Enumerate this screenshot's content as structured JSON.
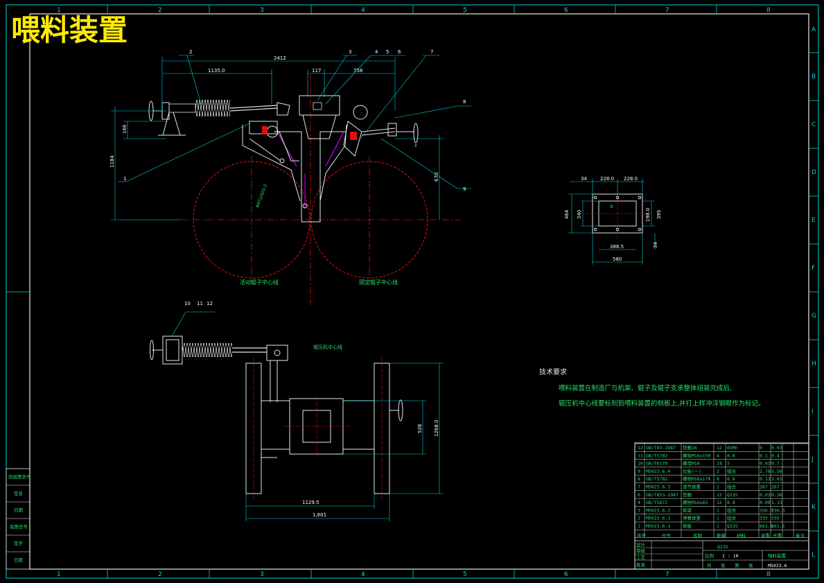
{
  "title": "喂料装置",
  "grid": {
    "columns": [
      "1",
      "2",
      "3",
      "4",
      "5",
      "6",
      "7",
      "8"
    ],
    "rows": [
      "A",
      "B",
      "C",
      "D",
      "E",
      "F",
      "G",
      "H",
      "I",
      "J",
      "K",
      "L"
    ]
  },
  "balloons": [
    "1",
    "2",
    "3",
    "4",
    "5",
    "6",
    "7",
    "8",
    "9",
    "10",
    "11",
    "12"
  ],
  "dims": {
    "top_total": "2412",
    "left_span": "1135.0",
    "c117": "117",
    "c758": "758",
    "h166": "166",
    "h1184": "1184",
    "h670": "670",
    "roller_dia": "Φ972/920.0",
    "v_228a": "228.0",
    "v_228b": "228.0",
    "v_34a": "34",
    "v_464": "464",
    "v_340": "340",
    "v_198": "198.0",
    "v_395": "395",
    "v_388": "388.5",
    "v_580": "580",
    "v_34b": "34",
    "p_1129": "1129.5",
    "p_1601": "1,601",
    "p_528": "528",
    "p_1268": "1268.0"
  },
  "labels": {
    "roller_left": "活动辊子中心线",
    "roller_right": "固定辊子中心线",
    "press_center": "辊压机中心线",
    "view_mark": "A"
  },
  "tech": {
    "heading": "技术要求",
    "line1": "喂料装置在制造厂与机架、辊子及辊子支承整体组装完成后,",
    "line2": "辊压机中心线要标刻到喂料装置的侧板上,并打上样冲洋钢眼作为标记。"
  },
  "bom": {
    "rows": [
      [
        "12",
        "GB/T93-1987",
        "垫圈16",
        "12",
        "65Mn",
        "0",
        "0.03"
      ],
      [
        "11",
        "GB/T5782",
        "螺栓M16x150",
        "4",
        "8.8",
        "0.1",
        "0.4"
      ],
      [
        "10",
        "GB/T6170",
        "螺母M16",
        "24",
        "5",
        "0.03",
        "0.7"
      ],
      [
        "9",
        "M5023.6.4",
        "拉板(一)",
        "2",
        "组合",
        "2.78",
        "5.56"
      ],
      [
        "8",
        "GB/T5782",
        "螺栓M16x170",
        "8",
        "8.8",
        "0.13",
        "1.01"
      ],
      [
        "7",
        "M5023.6.3",
        "调节装置",
        "1",
        "组合",
        "267",
        "267"
      ],
      [
        "6",
        "GB/T853-1987",
        "垫圈",
        "12",
        "Q235",
        "0.03",
        "0.36"
      ],
      [
        "4",
        "GB/T5872",
        "螺栓M16x65",
        "12",
        "8.8",
        "0.09",
        "1.13"
      ],
      [
        "3",
        "M5023.6.2",
        "框架",
        "1",
        "组合",
        "156.3",
        "156.3"
      ],
      [
        "2",
        "M5023.6.1",
        "弹簧装置",
        "1",
        "组合",
        "335",
        "335"
      ],
      [
        "1",
        "M5023.6-1",
        "侧板",
        "1",
        "Q235",
        "661.5",
        "661.5"
      ]
    ],
    "header": [
      "序号",
      "代号",
      "名称",
      "数量",
      "材料",
      "单重",
      "总重",
      "备注"
    ],
    "material": "Q235",
    "scale_label": "比例",
    "scale": "1 : 10",
    "name": "喂料装置",
    "drawing_no": "M5023.6",
    "left_rows": [
      "设计",
      "审核",
      "工艺",
      "批准"
    ],
    "sig_labels": [
      "共",
      "张",
      "第",
      "张"
    ],
    "side_stamps": [
      "旧底图总号",
      "签名",
      "日期",
      "底图总号",
      "签字",
      "日期"
    ]
  }
}
